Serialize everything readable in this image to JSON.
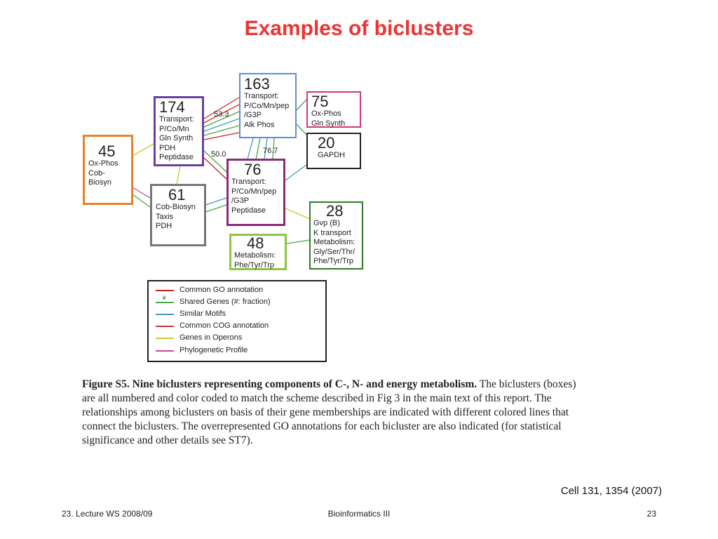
{
  "slide": {
    "title": "Examples of biclusters",
    "citation": "Cell 131, 1354 (2007)",
    "footer_left": "23. Lecture WS 2008/09",
    "footer_center": "Bioinformatics III",
    "footer_right": "23"
  },
  "colors": {
    "title": "#ee3333",
    "go_red": "#cc2222",
    "shared_green": "#44aa44",
    "motif_blue": "#4499bb",
    "cog_red": "#cc3333",
    "operon_yellow": "#cccc22",
    "phylo_pink": "#cc4499"
  },
  "diagram": {
    "boxes": {
      "b163": {
        "num": "163",
        "lines": [
          "Transport:",
          "P/Co/Mn/pep",
          "/G3P",
          "Alk Phos"
        ],
        "color": "#5b8fd6"
      },
      "b174": {
        "num": "174",
        "lines": [
          "Transport:",
          "P/Co/Mn",
          "Gln Synth",
          "PDH",
          "Peptidase"
        ],
        "color": "#6a3fa0"
      },
      "b75": {
        "num": "75",
        "lines": [
          "Ox-Phos",
          "Gln Synth"
        ],
        "color": "#d6337a"
      },
      "b20": {
        "num": "20",
        "lines": [
          "GAPDH"
        ],
        "color": "#222222"
      },
      "b45": {
        "num": "45",
        "lines": [
          "Ox-Phos",
          "Cob-Biosyn"
        ],
        "color": "#e8822a"
      },
      "b76": {
        "num": "76",
        "lines": [
          "Transport:",
          "P/Co/Mn/pep",
          "/G3P",
          "Peptidase"
        ],
        "color": "#8a2a7a"
      },
      "b61": {
        "num": "61",
        "lines": [
          "Cob-Biosyn",
          "Taxis",
          "PDH"
        ],
        "color": "#777777"
      },
      "b28": {
        "num": "28",
        "lines": [
          "Gvp (B)",
          "K transport",
          "Metabolism:",
          "Gly/Ser/Thr/",
          "Phe/Tyr/Trp"
        ],
        "color": "#2a7a2a"
      },
      "b48": {
        "num": "48",
        "lines": [
          "Metabolism:",
          "Phe/Tyr/Trp"
        ],
        "color": "#8cc63f"
      }
    },
    "edge_labels": [
      "53.3",
      "50.0",
      "76.7"
    ],
    "legend": {
      "hash": "#",
      "items": [
        {
          "label": "Common GO annotation",
          "color": "#cc2222"
        },
        {
          "label": "Shared Genes (#: fraction)",
          "color": "#44aa44"
        },
        {
          "label": "Similar Motifs",
          "color": "#4499bb"
        },
        {
          "label": "Common COG annotation",
          "color": "#cc3333"
        },
        {
          "label": "Genes in Operons",
          "color": "#cccc22"
        },
        {
          "label": "Phylogenetic Profile",
          "color": "#cc4499"
        }
      ]
    }
  },
  "caption": {
    "lead": "Figure S5. Nine biclusters representing components of C-, N- and energy metabolism.",
    "body": "The biclusters (boxes) are all numbered and color coded to match the scheme described in Fig 3 in the main text of this report. The relationships among biclusters on basis of their gene memberships are indicated with different colored lines that connect the biclusters. The overrepresented GO annotations for each bicluster are also indicated (for statistical significance and other details see ST7)."
  }
}
